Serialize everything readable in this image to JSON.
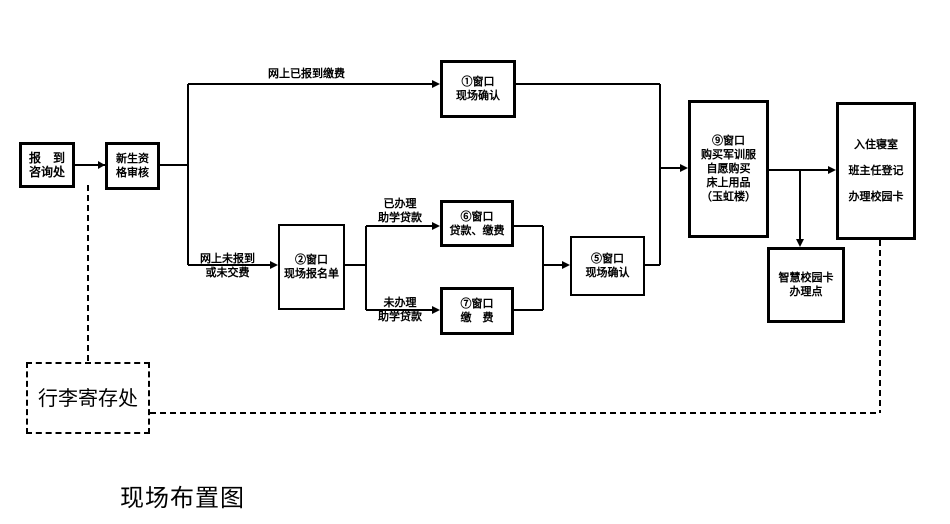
{
  "nodes": {
    "consult": [
      "报　到",
      "咨询处"
    ],
    "review": [
      "新生资",
      "格审核"
    ],
    "w1": [
      "①窗口",
      "现场确认"
    ],
    "w2": [
      "②窗口",
      "现场报名单"
    ],
    "w6": [
      "⑥窗口",
      "贷款、缴费"
    ],
    "w7": [
      "⑦窗口",
      "缴　费"
    ],
    "w5": [
      "⑤窗口",
      "现场确认"
    ],
    "w9": [
      "⑨窗口",
      "购买军训服",
      "自愿购买",
      "床上用品",
      "（玉虹楼）"
    ],
    "dorm": [
      "入住寝室",
      "班主任登记",
      "办理校园卡"
    ],
    "card": [
      "智慧校园卡",
      "办理点"
    ],
    "luggage": "行李寄存处"
  },
  "edges": {
    "paid_online": "网上已报到缴费",
    "not_paid": [
      "网上未报到",
      "或未交费"
    ],
    "has_loan": [
      "已办理",
      "助学贷款"
    ],
    "no_loan": [
      "未办理",
      "助学贷款"
    ]
  },
  "caption": "现场布置图"
}
